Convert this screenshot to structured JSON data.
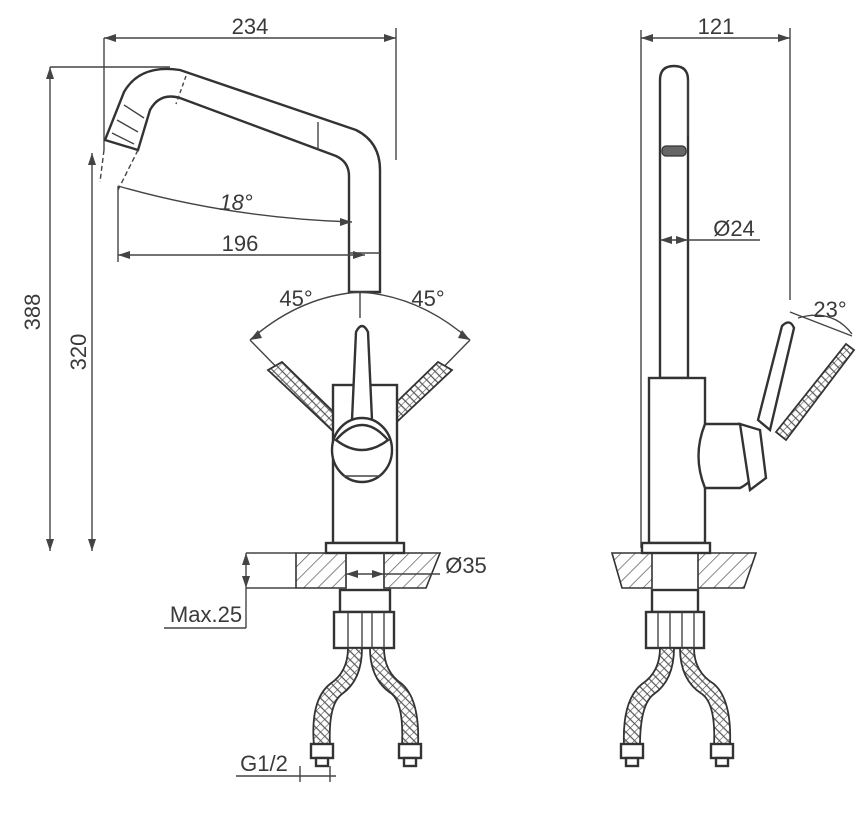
{
  "dimensions": {
    "front_width": "234",
    "front_height_total": "388",
    "front_height_spout": "320",
    "spout_reach": "196",
    "spout_angle": "18°",
    "lever_angle_left": "45°",
    "lever_angle_right": "45°",
    "hole_diameter": "Ø35",
    "max_thickness": "Max.25",
    "thread": "G1/2",
    "side_width": "121",
    "spout_diameter": "Ø24",
    "lever_tilt": "23°"
  }
}
